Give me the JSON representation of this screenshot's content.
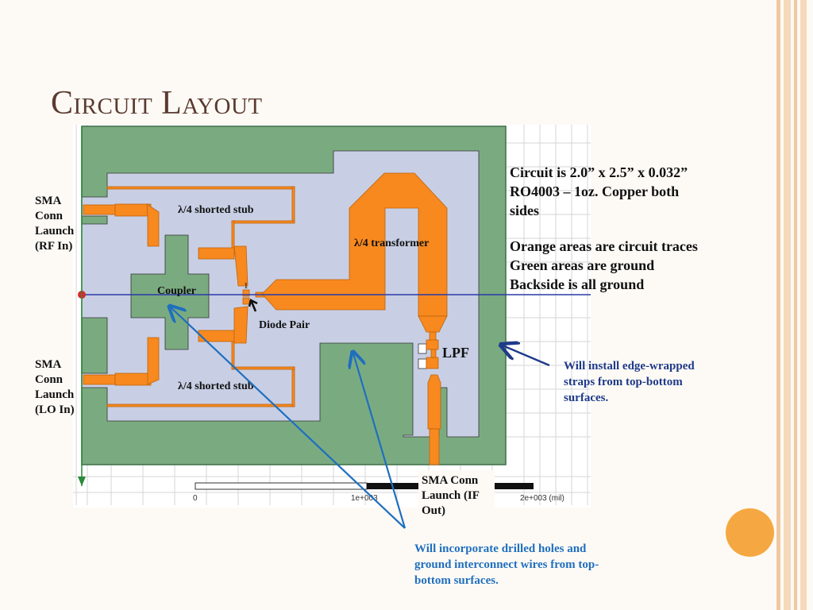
{
  "slide": {
    "title": "Circuit Layout",
    "colors": {
      "background": "#fdfaf5",
      "title": "#5a3a30",
      "trace_orange": "#f7891f",
      "ground_green": "#7aab80",
      "substrate": "#c8cfe4",
      "callout_blue": "#1f3a8a",
      "accent_orange": "#f5a841",
      "stripe": "#f2c8a0"
    }
  },
  "diagram": {
    "labels": {
      "stub_top": "λ/4 shorted stub",
      "stub_bottom": "λ/4 shorted stub",
      "transformer": "λ/4 transformer",
      "coupler": "Coupler",
      "diode_pair": "Diode Pair",
      "lpf": "LPF",
      "marker_one": "1"
    },
    "scale": {
      "tick_0": "0",
      "tick_1": "1e+003",
      "tick_2": "2e+003 (mil)"
    }
  },
  "left_labels": {
    "rf_in": [
      "SMA",
      "Conn",
      "Launch",
      "(RF In)"
    ],
    "lo_in": [
      "SMA",
      "Conn",
      "Launch",
      "(LO In)"
    ]
  },
  "if_out_label": [
    "SMA Conn",
    "Launch (IF",
    "Out)"
  ],
  "notes": {
    "spec_lines": [
      "Circuit is 2.0” x 2.5” x 0.032”",
      "RO4003 – 1oz. Copper both",
      "sides"
    ],
    "legend_lines": [
      "Orange areas are circuit traces",
      "Green areas are ground",
      "Backside is all ground"
    ],
    "edge_straps": [
      "Will install edge-wrapped",
      "straps from top-bottom",
      "surfaces."
    ],
    "drilled_holes": [
      "Will incorporate drilled holes and",
      "ground interconnect wires from top-",
      "bottom surfaces."
    ]
  }
}
